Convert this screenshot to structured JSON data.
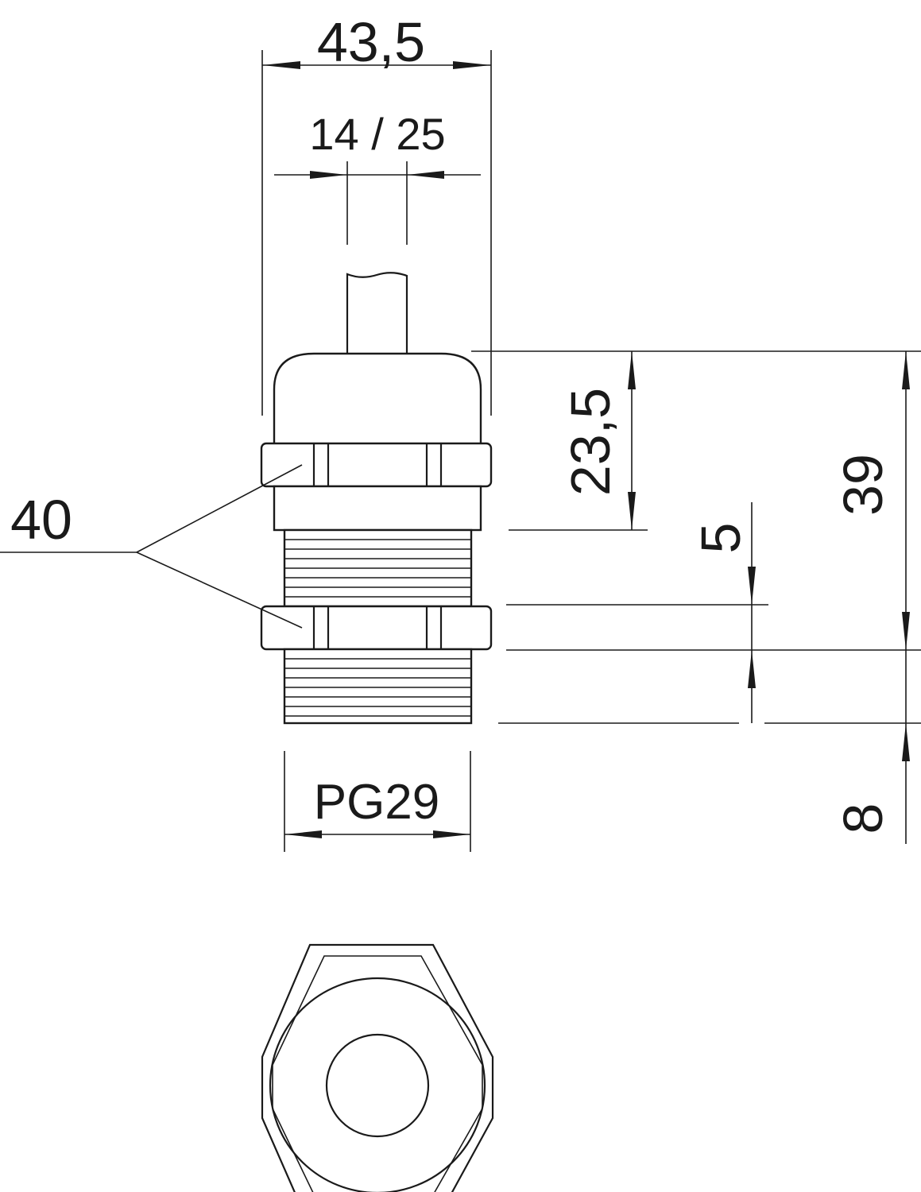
{
  "dimensions": {
    "overall_width": "43,5",
    "cable_range": "14 / 25",
    "wrench_size": "40",
    "cap_height": "23,5",
    "total_height": "39",
    "locknut_thickness": "5",
    "thread_length": "8",
    "thread_size": "PG29"
  },
  "colors": {
    "line": "#1a1a1a",
    "background": "#ffffff"
  }
}
